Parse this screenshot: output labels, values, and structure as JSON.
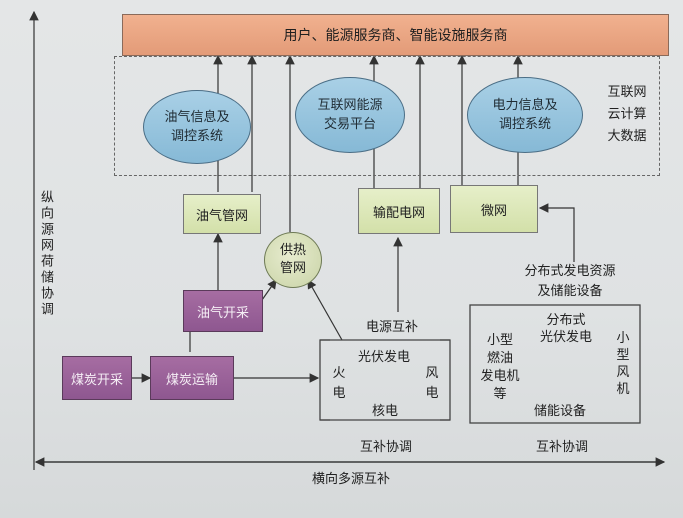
{
  "top": {
    "text": "用户、能源服务商、智能设施服务商"
  },
  "cloud": {
    "ellipses": [
      "油气信息及\n调控系统",
      "互联网能源\n交易平台",
      "电力信息及\n调控系统"
    ],
    "side_labels": [
      "互联网",
      "云计算",
      "大数据"
    ]
  },
  "grids": {
    "oil_gas_grid": "油气管网",
    "heat_grid": "供热\n管网",
    "transmission_grid": "输配电网",
    "micro_grid": "微网",
    "oil_gas_extraction": "油气开采",
    "coal_mining": "煤炭开采",
    "coal_transport": "煤炭运输"
  },
  "power_labels": {
    "power_complement": "电源互补",
    "distributed_title": "分布式发电资源\n及储能设备"
  },
  "left_group": {
    "solar": "光伏发电",
    "thermal": "火\n电",
    "wind": "风\n电",
    "nuclear": "核电",
    "caption": "互补协调"
  },
  "right_group": {
    "small_oil": "小型\n燃油\n发电机\n等",
    "distributed_pv": "分布式\n光伏发电",
    "small_wind": "小\n型\n风\n机",
    "storage": "储能设备",
    "caption": "互补协调"
  },
  "axes": {
    "vertical": "纵向源网荷储协调",
    "horizontal": "横向多源互补"
  },
  "colors": {
    "top_bar": "#e8a37f",
    "ellipse": "#93c2dc",
    "green_box": "#dbe6b6",
    "purple_box": "#9a6399"
  }
}
